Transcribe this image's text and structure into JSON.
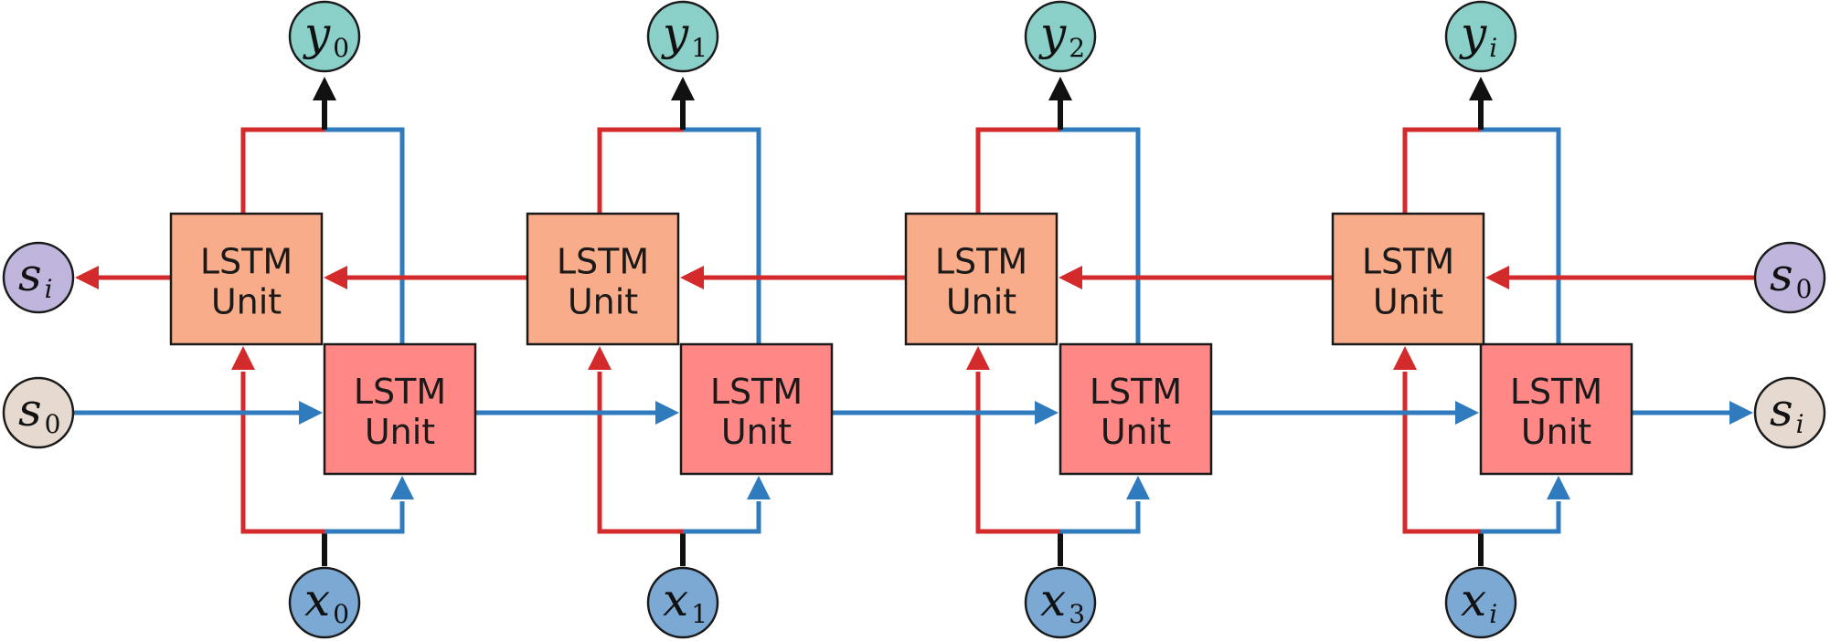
{
  "colors": {
    "backward": "#d32b2b",
    "forward": "#2f7bbd",
    "output": "#111111",
    "unit_back_fill": "#f8ac89",
    "unit_fwd_fill": "#ff8886",
    "node_y": "#8bcfc9",
    "node_x": "#7ba9d3",
    "node_s_back": "#c0b5dc",
    "node_s_fwd": "#e6dad0"
  },
  "unit_label": {
    "line1": "LSTM",
    "line2": "Unit"
  },
  "outputs": [
    {
      "main": "y",
      "sub": "0"
    },
    {
      "main": "y",
      "sub": "1"
    },
    {
      "main": "y",
      "sub": "2"
    },
    {
      "main": "y",
      "sub": "i"
    }
  ],
  "inputs": [
    {
      "main": "x",
      "sub": "0"
    },
    {
      "main": "x",
      "sub": "1"
    },
    {
      "main": "x",
      "sub": "3"
    },
    {
      "main": "x",
      "sub": "i"
    }
  ],
  "states": {
    "backward_start": {
      "main": "s",
      "sub": "0"
    },
    "backward_end": {
      "main": "s",
      "sub": "i"
    },
    "forward_start": {
      "main": "s",
      "sub": "0"
    },
    "forward_end": {
      "main": "s",
      "sub": "i"
    }
  },
  "columns": 4
}
